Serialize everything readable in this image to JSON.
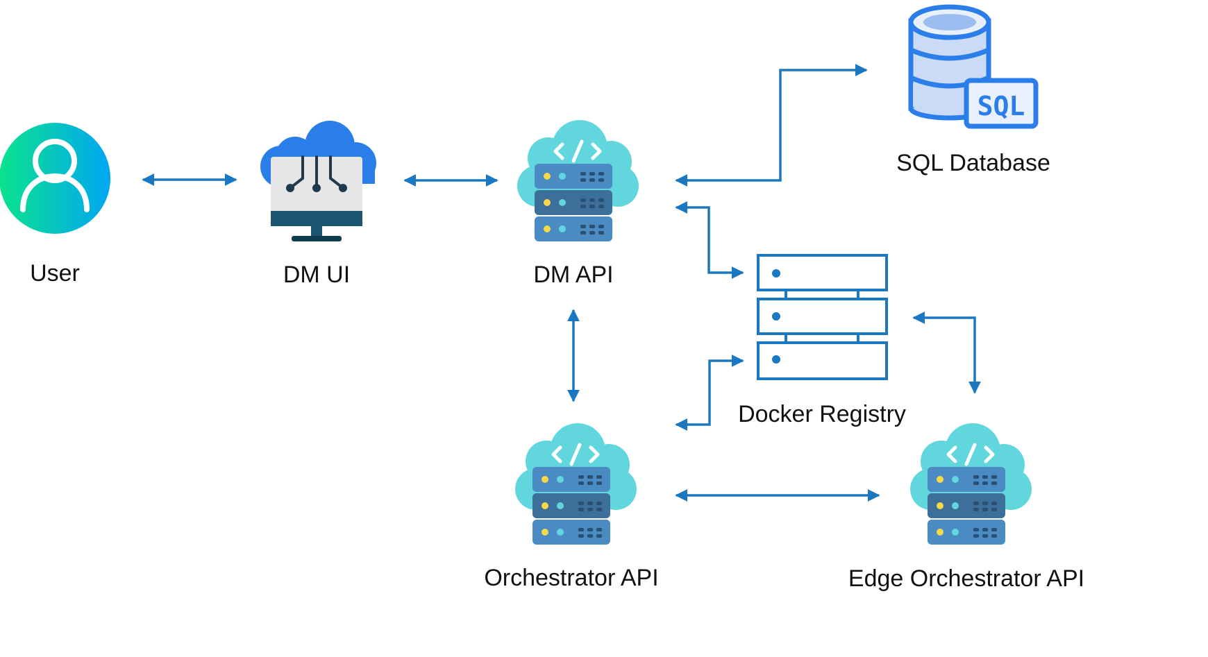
{
  "nodes": {
    "user": {
      "label": "User"
    },
    "dm_ui": {
      "label": "DM UI"
    },
    "dm_api": {
      "label": "DM API"
    },
    "sql_db": {
      "label": "SQL Database",
      "badge": "SQL"
    },
    "docker_registry": {
      "label": "Docker Registry"
    },
    "orchestrator_api": {
      "label": "Orchestrator API"
    },
    "edge_orchestrator_api": {
      "label": "Edge Orchestrator API"
    }
  },
  "icon_glyphs": {
    "code": "</>"
  },
  "edges": [
    {
      "from": "User",
      "to": "DM UI",
      "bidirectional": true
    },
    {
      "from": "DM UI",
      "to": "DM API",
      "bidirectional": true
    },
    {
      "from": "DM API",
      "to": "SQL Database",
      "bidirectional": true
    },
    {
      "from": "DM API",
      "to": "Docker Registry",
      "bidirectional": true
    },
    {
      "from": "DM API",
      "to": "Orchestrator API",
      "bidirectional": true
    },
    {
      "from": "Orchestrator API",
      "to": "Docker Registry",
      "bidirectional": true
    },
    {
      "from": "Orchestrator API",
      "to": "Edge Orchestrator API",
      "bidirectional": true
    },
    {
      "from": "Docker Registry",
      "to": "Edge Orchestrator API",
      "bidirectional": true
    }
  ],
  "colors": {
    "connector": "#1a78c2",
    "cloud_teal": "#61d6dc",
    "server_blue": "#4a8bc4",
    "server_dark": "#3c6f99",
    "user_gradient_start": "#0be38d",
    "user_gradient_end": "#00a6f2",
    "db_blue": "#2b7de9",
    "db_light": "#c9dbf7"
  }
}
